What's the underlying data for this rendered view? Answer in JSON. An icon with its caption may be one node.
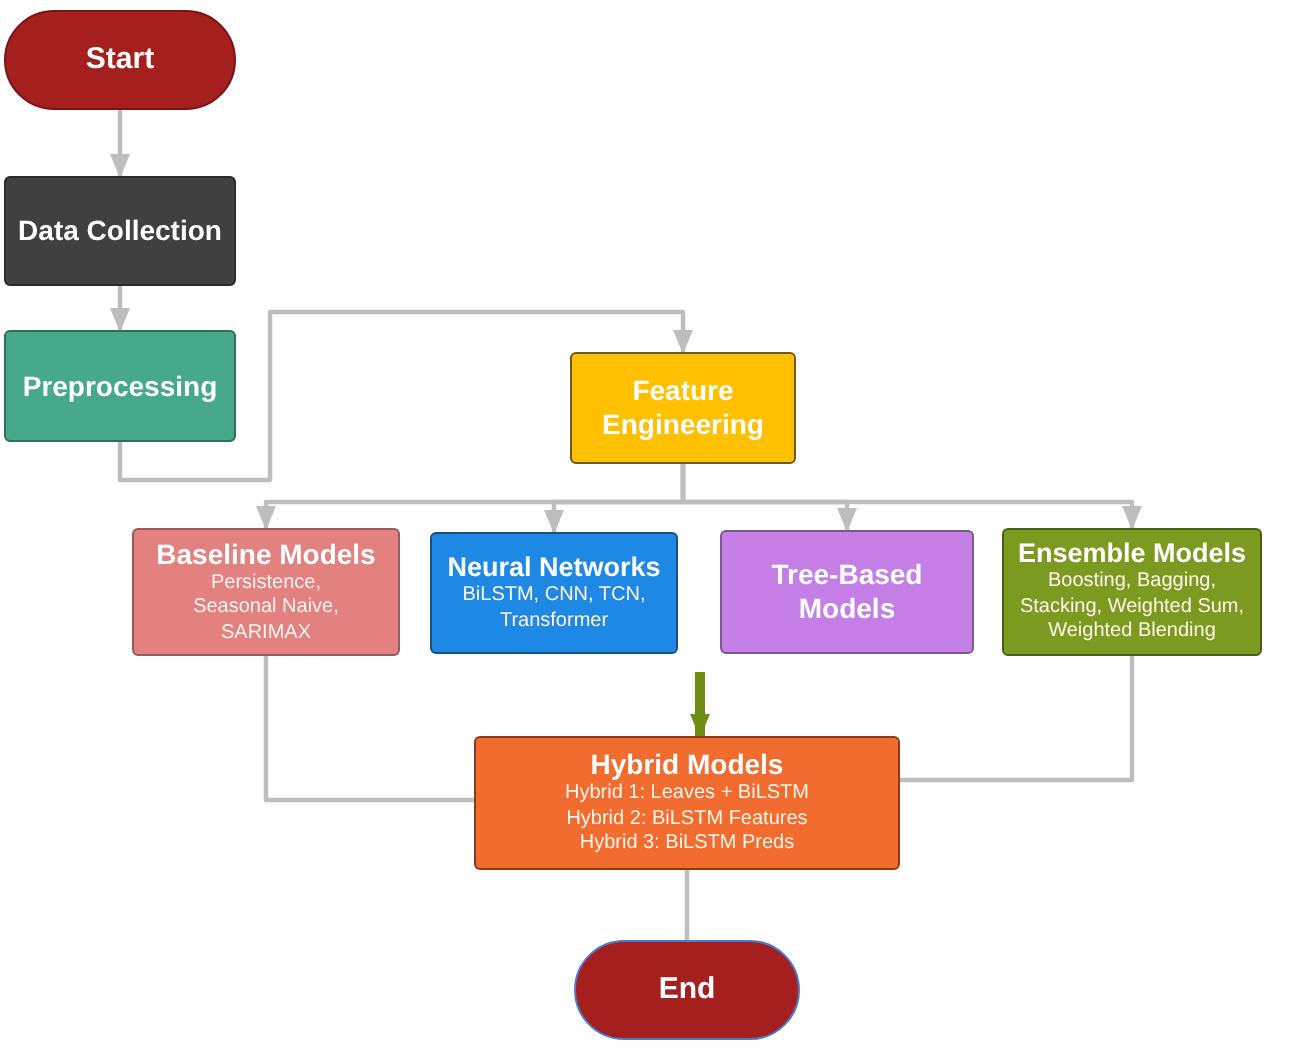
{
  "diagram": {
    "nodes": [
      {
        "text": [
          "Start"
        ]
      },
      {
        "text": [
          "Data Collection"
        ]
      },
      {
        "text": [
          "Preprocessing"
        ]
      },
      {
        "text": [
          "Feature Engineering"
        ]
      },
      {
        "text": [
          "Baseline Models",
          "Persistence, Seasonal Naive, SARIMAX"
        ]
      },
      {
        "text": [
          "Neural Networks",
          "BiLSTM, CNN, TCN, Transformer"
        ]
      },
      {
        "text": [
          "Tree-Based Models"
        ]
      },
      {
        "text": [
          "Ensemble Models",
          "Boosting, Bagging, Stacking, Weighted Sum, Weighted Blending"
        ]
      },
      {
        "text": [
          "Hybrid Models",
          "Hybrid 1: Leaves + BiLSTM",
          "Hybrid 2: BiLSTM Features",
          "Hybrid 3: BiLSTM Preds"
        ]
      },
      {
        "text": [
          "End"
        ]
      }
    ],
    "edges": [
      {
        "from": 0,
        "to": 1,
        "arrow": "to"
      },
      {
        "from": 1,
        "to": 2,
        "arrow": "to"
      },
      {
        "from": 2,
        "to": 3,
        "arrow": "to"
      },
      {
        "from": 3,
        "to": 4,
        "arrow": "to"
      },
      {
        "from": 3,
        "to": 5,
        "arrow": "to"
      },
      {
        "from": 3,
        "to": 6,
        "arrow": "to"
      },
      {
        "from": 3,
        "to": 7,
        "arrow": "to"
      },
      {
        "from": 4,
        "to": 8,
        "arrow": "none"
      },
      {
        "from": 7,
        "to": 8,
        "arrow": "none"
      },
      {
        "from": null,
        "to": 8,
        "arrow": "to",
        "style": "thick",
        "color": "#6f8f12"
      },
      {
        "from": 8,
        "to": 9,
        "arrow": "none"
      }
    ]
  }
}
